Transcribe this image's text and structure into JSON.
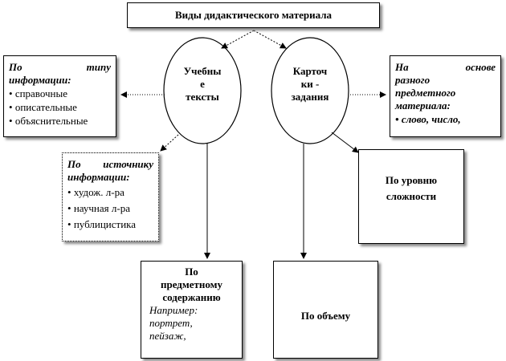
{
  "title": "Виды дидактического материала",
  "circles": {
    "left": {
      "lines": [
        "Учебны",
        "е",
        "тексты"
      ]
    },
    "right": {
      "lines": [
        "Карточ",
        "ки -",
        "задания"
      ]
    }
  },
  "box_info_type": {
    "heading_w1": "По",
    "heading_w2": "типу",
    "heading_l2": "информации:",
    "items": [
      "справочные",
      "описательные",
      "объяснительные"
    ]
  },
  "box_info_source": {
    "heading_w1": "По",
    "heading_w2": "источнику",
    "heading_l2": "информации:",
    "items": [
      "худож. л-ра",
      "научная л-ра",
      "публицистика"
    ]
  },
  "box_subject_material": {
    "heading_w1": "На",
    "heading_w2": "основе",
    "lines": [
      "разного",
      "предметного",
      "материала:"
    ],
    "items": [
      "слово, число,"
    ]
  },
  "box_complexity": {
    "lines": [
      "По уровню",
      "сложности"
    ]
  },
  "box_subject_content": {
    "lines": [
      "По",
      "предметному",
      "содержанию"
    ],
    "example_lines": [
      "Например:",
      "портрет,",
      "пейзаж,"
    ]
  },
  "box_volume": {
    "label": "По объему"
  }
}
